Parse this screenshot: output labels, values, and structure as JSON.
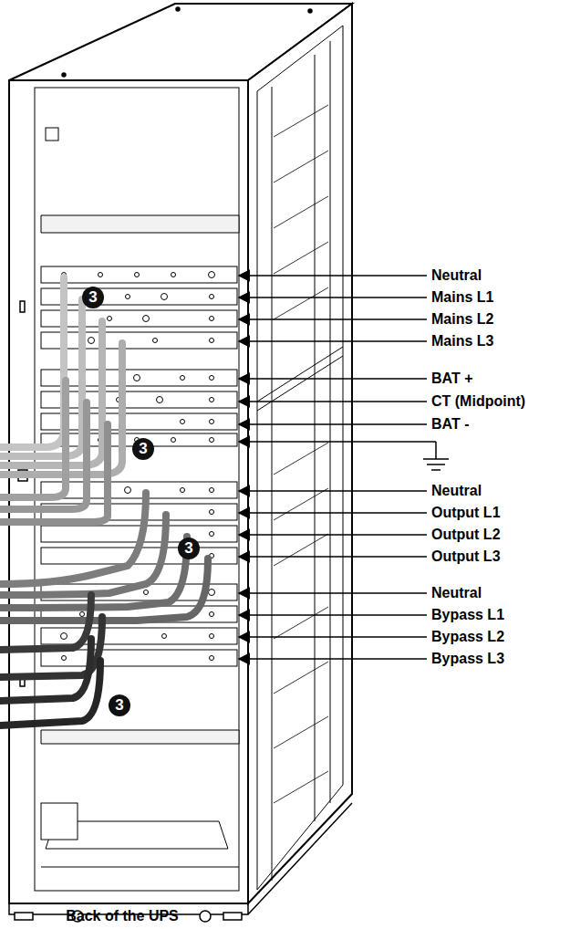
{
  "diagram": {
    "caption": "Back of the UPS",
    "nodes": [
      {
        "text": [
          "3"
        ]
      },
      {
        "text": [
          "3"
        ]
      },
      {
        "text": [
          "3"
        ]
      },
      {
        "text": [
          "3"
        ]
      }
    ],
    "labels": [
      "Neutral",
      "Mains L1",
      "Mains L2",
      "Mains L3",
      "BAT +",
      "CT (Midpoint)",
      "BAT -",
      "Neutral",
      "Output L1",
      "Output L2",
      "Output L3",
      "Neutral",
      "Bypass L1",
      "Bypass L2",
      "Bypass L3"
    ]
  }
}
